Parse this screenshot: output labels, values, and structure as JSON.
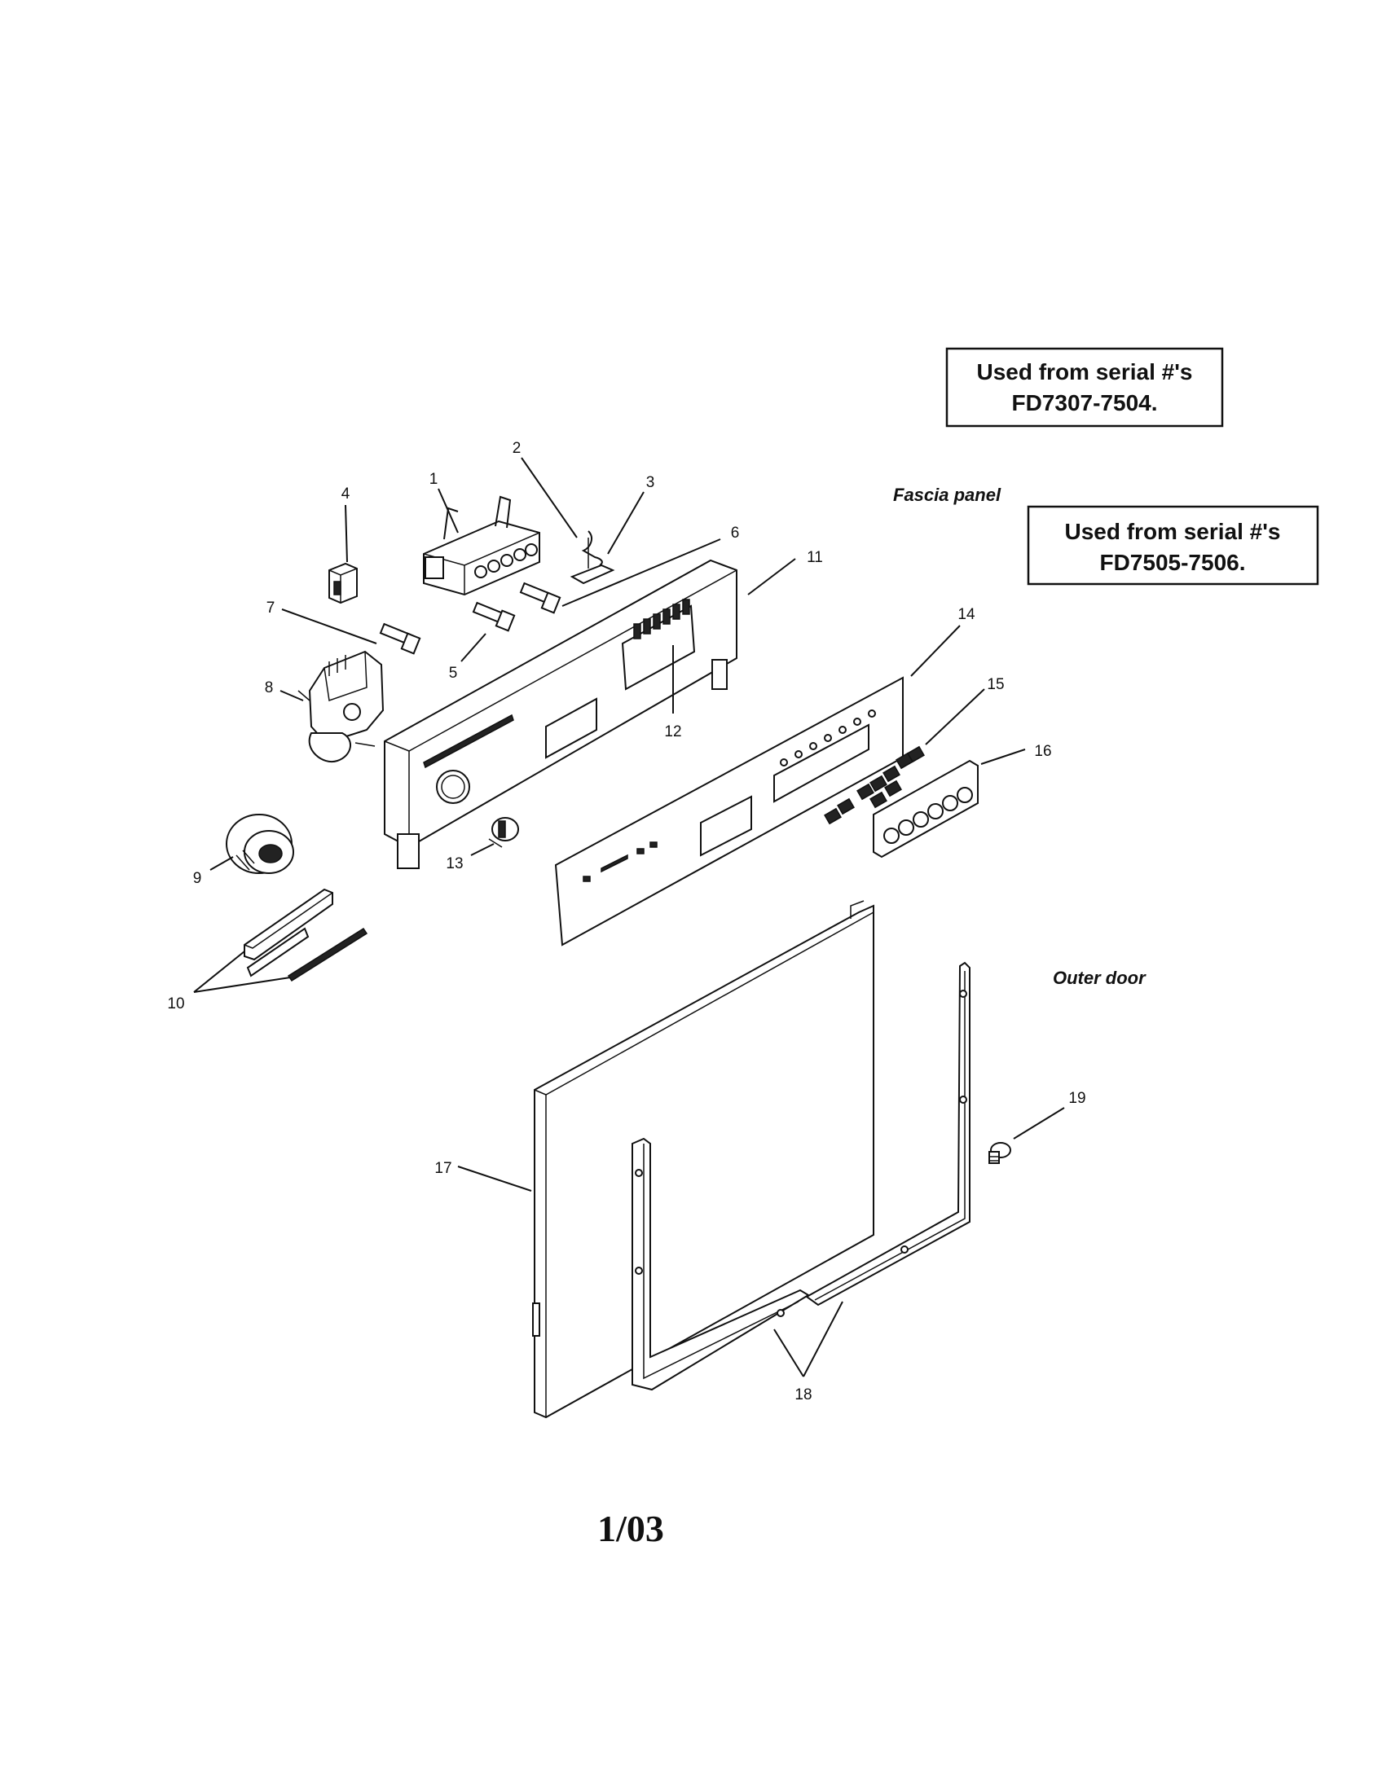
{
  "serial_boxes": [
    {
      "line1": "Used from serial #'s",
      "line2": "FD7307-7504."
    },
    {
      "line1": "Used from serial #'s",
      "line2": "FD7505-7506."
    }
  ],
  "section_labels": {
    "fascia_panel": "Fascia panel",
    "outer_door": "Outer door"
  },
  "callouts": [
    "1",
    "2",
    "3",
    "4",
    "5",
    "6",
    "7",
    "8",
    "9",
    "10",
    "11",
    "12",
    "13",
    "14",
    "15",
    "16",
    "17",
    "18",
    "19"
  ],
  "footer": {
    "revision": "1/03"
  }
}
